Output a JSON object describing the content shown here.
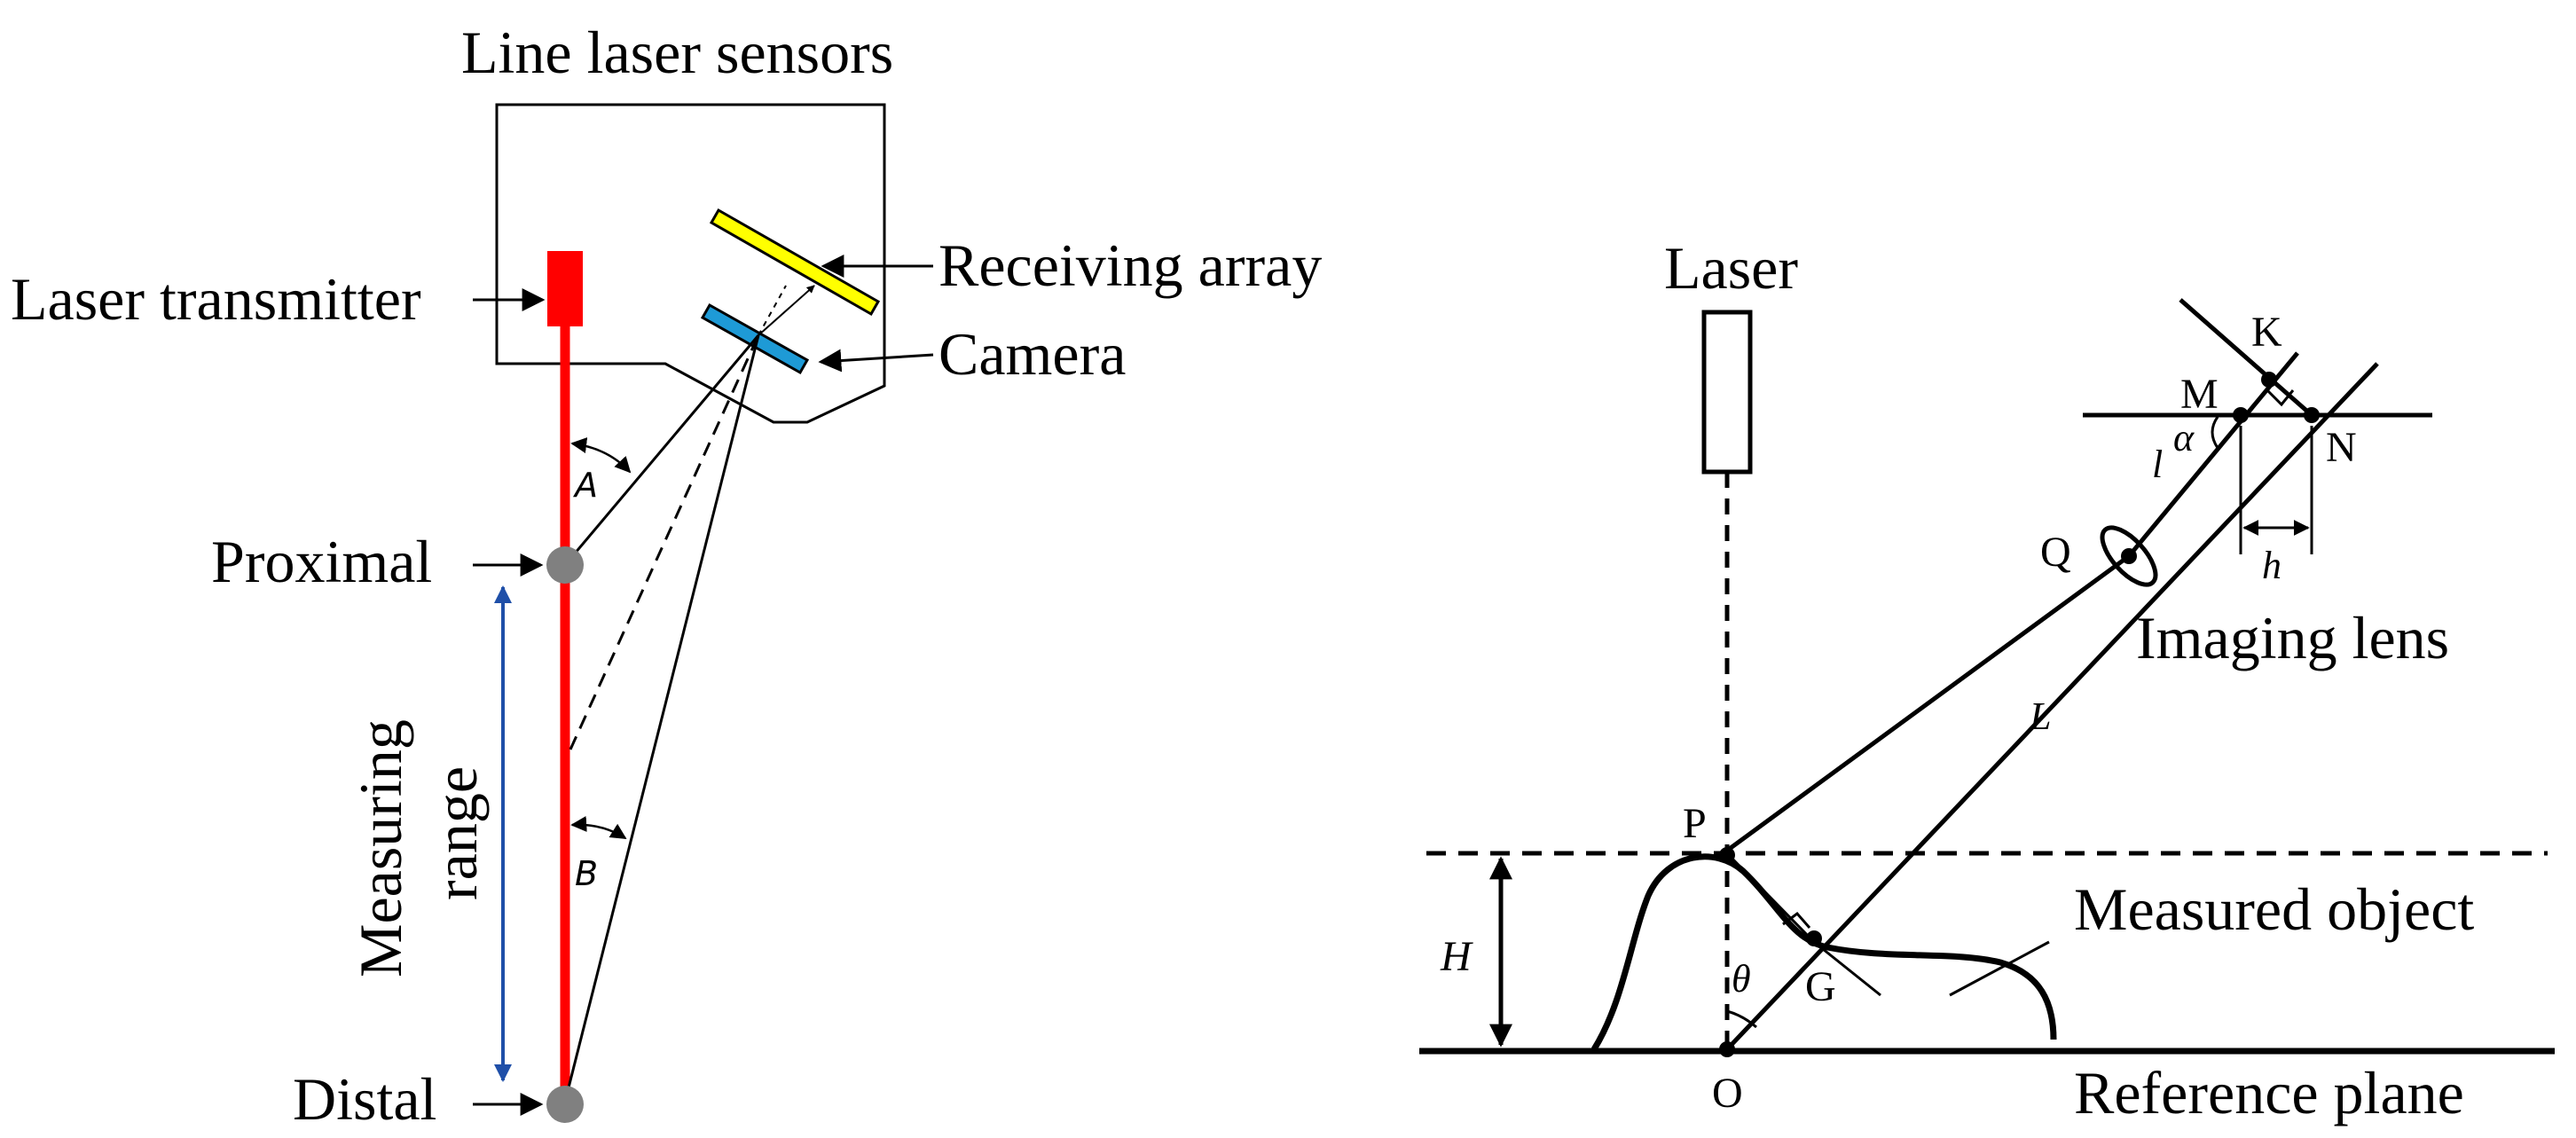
{
  "left": {
    "title": "Line laser sensors",
    "laser_transmitter": "Laser transmitter",
    "receiving_array": "Receiving array",
    "camera": "Camera",
    "proximal": "Proximal",
    "distal": "Distal",
    "measuring": "Measuring",
    "range": "range",
    "angle_a": "A",
    "angle_b": "B",
    "colors": {
      "laser": "#ff0000",
      "receiving_array": "#ffff00",
      "camera": "#1e9ad6",
      "range_arrow": "#1f4fa8",
      "point": "#808080"
    }
  },
  "right": {
    "laser": "Laser",
    "imaging_lens": "Imaging lens",
    "measured_object": "Measured object",
    "reference_plane": "Reference plane",
    "points": {
      "K": "K",
      "M": "M",
      "N": "N",
      "Q": "Q",
      "P": "P",
      "G": "G",
      "O": "O"
    },
    "symbols": {
      "l": "l",
      "alpha": "α",
      "h": "h",
      "L": "L",
      "H": "H",
      "theta": "θ"
    }
  }
}
